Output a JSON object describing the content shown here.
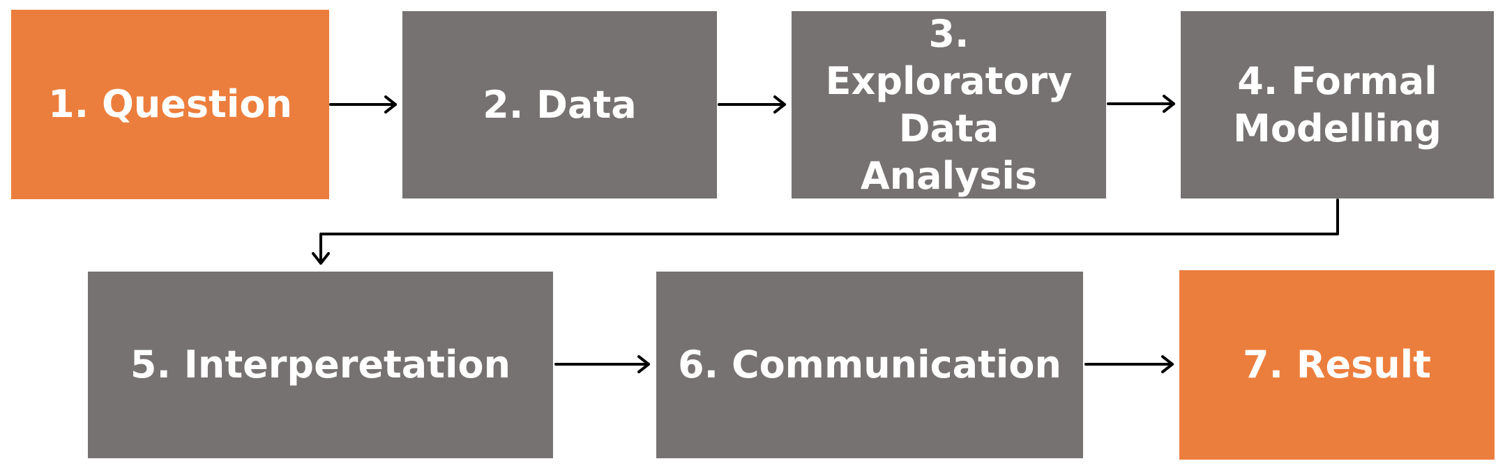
{
  "steps": [
    {
      "label": "1. Question",
      "color": "#ec7e3d"
    },
    {
      "label": "2. Data",
      "color": "#767271"
    },
    {
      "label": "3. Exploratory Data Analysis",
      "color": "#767271"
    },
    {
      "label": "4. Formal Modelling",
      "color": "#767271"
    },
    {
      "label": "5. Interperetation",
      "color": "#767271"
    },
    {
      "label": "6. Communication",
      "color": "#767271"
    },
    {
      "label": "7. Result",
      "color": "#ec7e3d"
    }
  ],
  "colors": {
    "highlight": "#ec7e3d",
    "step": "#767271",
    "arrow": "#000000",
    "text": "#ffffff"
  }
}
